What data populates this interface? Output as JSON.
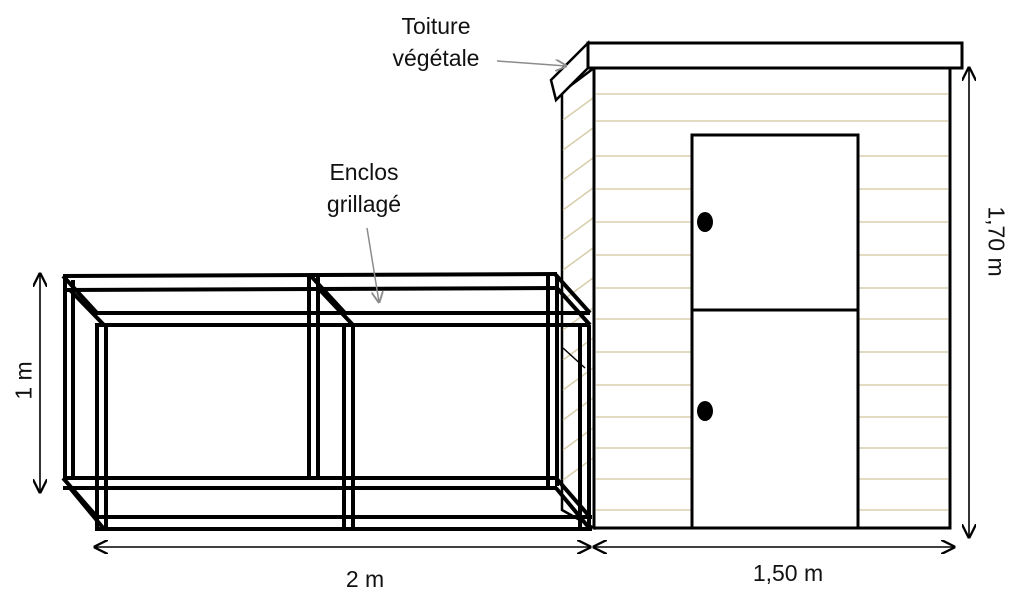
{
  "labels": {
    "roof_line1": "Toiture",
    "roof_line2": "végétale",
    "enclosure_line1": "Enclos",
    "enclosure_line2": "grillagé",
    "height_enclosure": "1 m",
    "height_shed": "1,70 m",
    "width_enclosure": "2 m",
    "width_shed": "1,50 m"
  },
  "colors": {
    "stroke": "#000000",
    "plank": "#d8cfae",
    "leader": "#8c8c8c"
  }
}
